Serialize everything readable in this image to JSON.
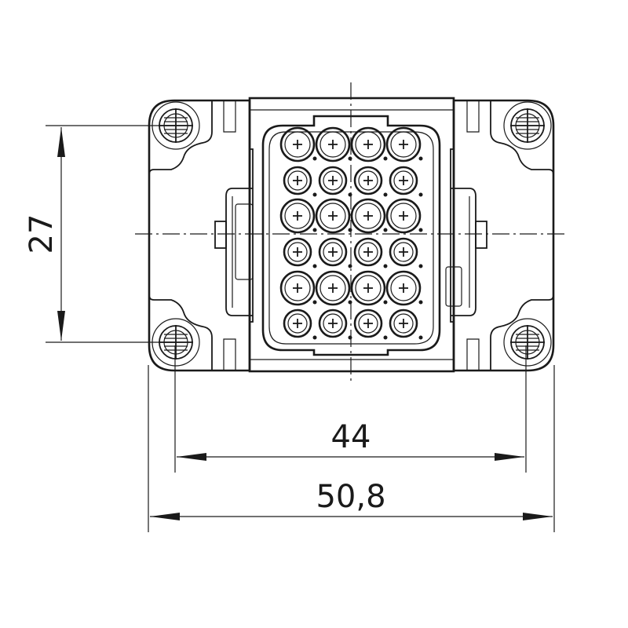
{
  "dimensions": {
    "height_label": "27",
    "inner_width_label": "44",
    "outer_width_label": "50,8"
  },
  "contact_pins": {
    "columns": 4,
    "rows": 6,
    "count": 24
  },
  "colors": {
    "line": "#1a1a1a",
    "background": "#ffffff"
  }
}
